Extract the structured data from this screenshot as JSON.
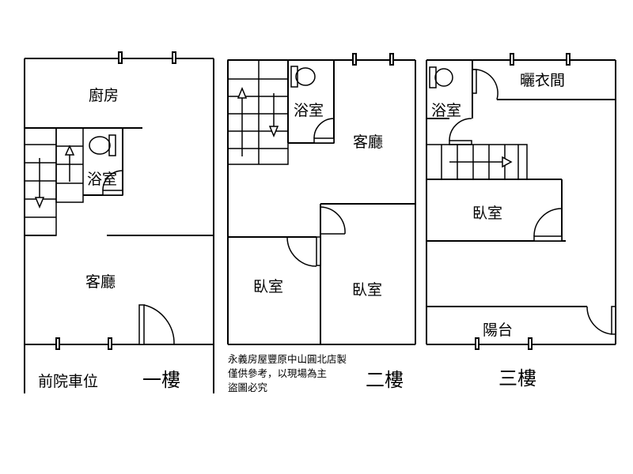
{
  "floors": {
    "first": {
      "title": "一樓",
      "rooms": {
        "kitchen": "廚房",
        "bath": "浴室",
        "living": "客廳",
        "parking": "前院車位"
      }
    },
    "second": {
      "title": "二樓",
      "rooms": {
        "bath": "浴室",
        "living": "客廳",
        "bedroom_left": "臥室",
        "bedroom_right": "臥室"
      }
    },
    "third": {
      "title": "三樓",
      "rooms": {
        "bath": "浴室",
        "laundry": "曬衣間",
        "bedroom": "臥室",
        "balcony": "陽台"
      }
    }
  },
  "notice": {
    "line1": "永義房屋豐原中山圓北店製",
    "line2": "僅供參考，以現場為主",
    "line3": "盜圖必究"
  },
  "colors": {
    "line": "#000000",
    "background": "#ffffff"
  }
}
